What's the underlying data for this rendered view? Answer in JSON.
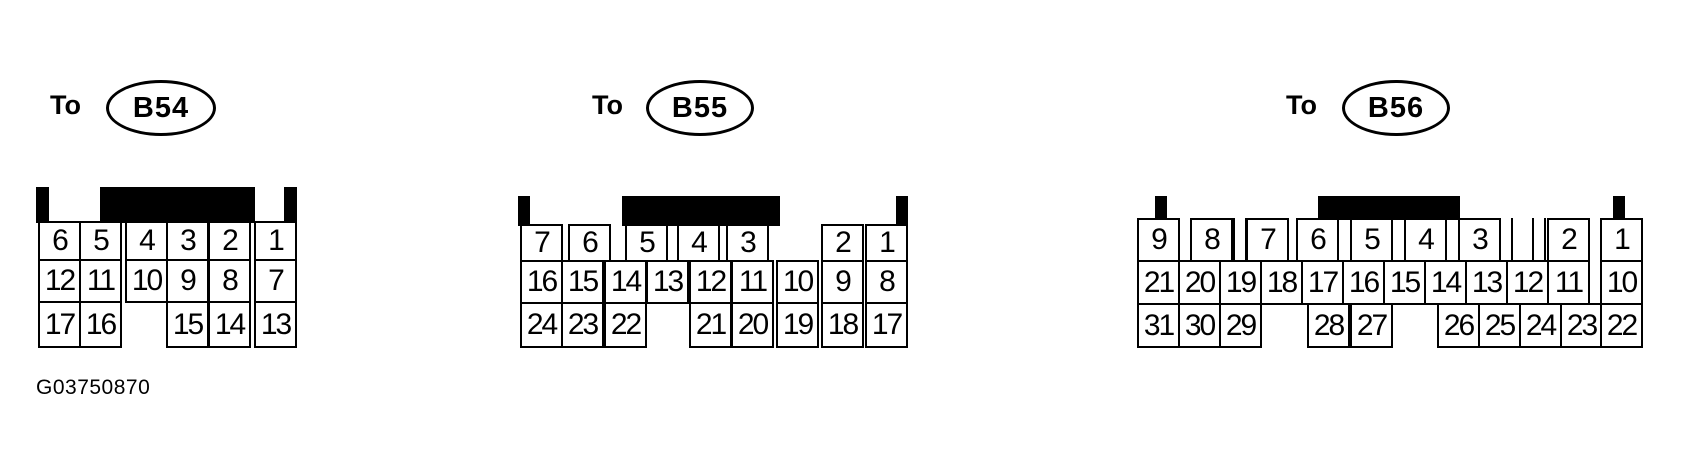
{
  "connectors": [
    {
      "to_label": "To",
      "name": "B54",
      "rows": [
        [
          "6",
          "5",
          "4",
          "3",
          "2",
          "1"
        ],
        [
          "12",
          "11",
          "10",
          "9",
          "8",
          "7"
        ],
        [
          "17",
          "16",
          "",
          "15",
          "14",
          "13"
        ]
      ]
    },
    {
      "to_label": "To",
      "name": "B55",
      "rows": [
        [
          "7",
          "6",
          "5",
          "4",
          "3",
          "",
          "2",
          "1"
        ],
        [
          "16",
          "15",
          "14",
          "13",
          "12",
          "11",
          "10",
          "9",
          "8"
        ],
        [
          "24",
          "23",
          "22",
          "",
          "21",
          "20",
          "19",
          "18",
          "17"
        ]
      ]
    },
    {
      "to_label": "To",
      "name": "B56",
      "rows": [
        [
          "9",
          "8",
          "7",
          "6",
          "5",
          "4",
          "3",
          "",
          "2",
          "1"
        ],
        [
          "21",
          "20",
          "19",
          "18",
          "17",
          "16",
          "15",
          "14",
          "13",
          "12",
          "11",
          "10"
        ],
        [
          "31",
          "30",
          "29",
          "",
          "28",
          "27",
          "",
          "26",
          "25",
          "24",
          "23",
          "22"
        ]
      ]
    }
  ],
  "figure_code": "G03750870"
}
